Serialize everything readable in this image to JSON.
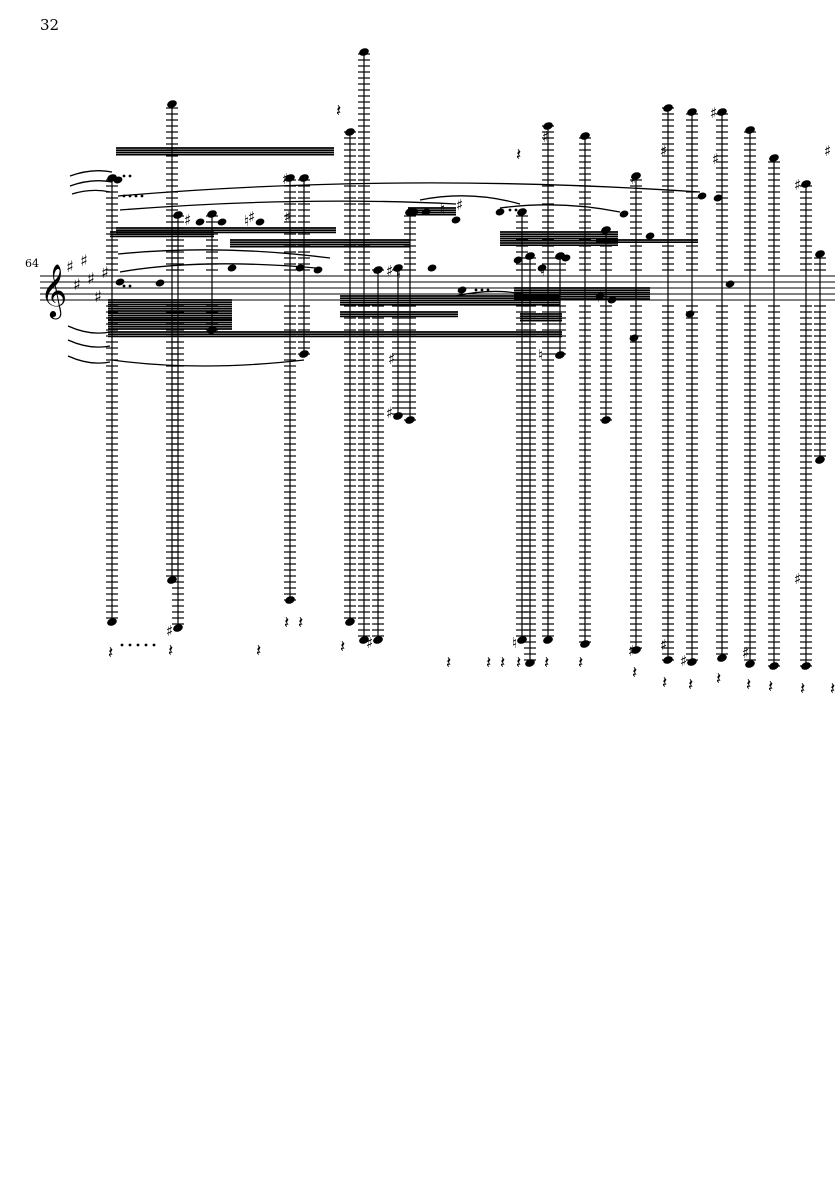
{
  "page": {
    "page_number": "32",
    "measure_number": "64"
  },
  "score": {
    "clef": "treble",
    "key_signature_accidental": "sharp",
    "key_signature_count": 6,
    "ink_color": "#000000",
    "paper_color": "#ffffff",
    "icons": {
      "clef": "treble-clef-icon",
      "sharp": "sharp-icon",
      "natural": "natural-icon",
      "rest": "quarter-rest-icon"
    }
  }
}
